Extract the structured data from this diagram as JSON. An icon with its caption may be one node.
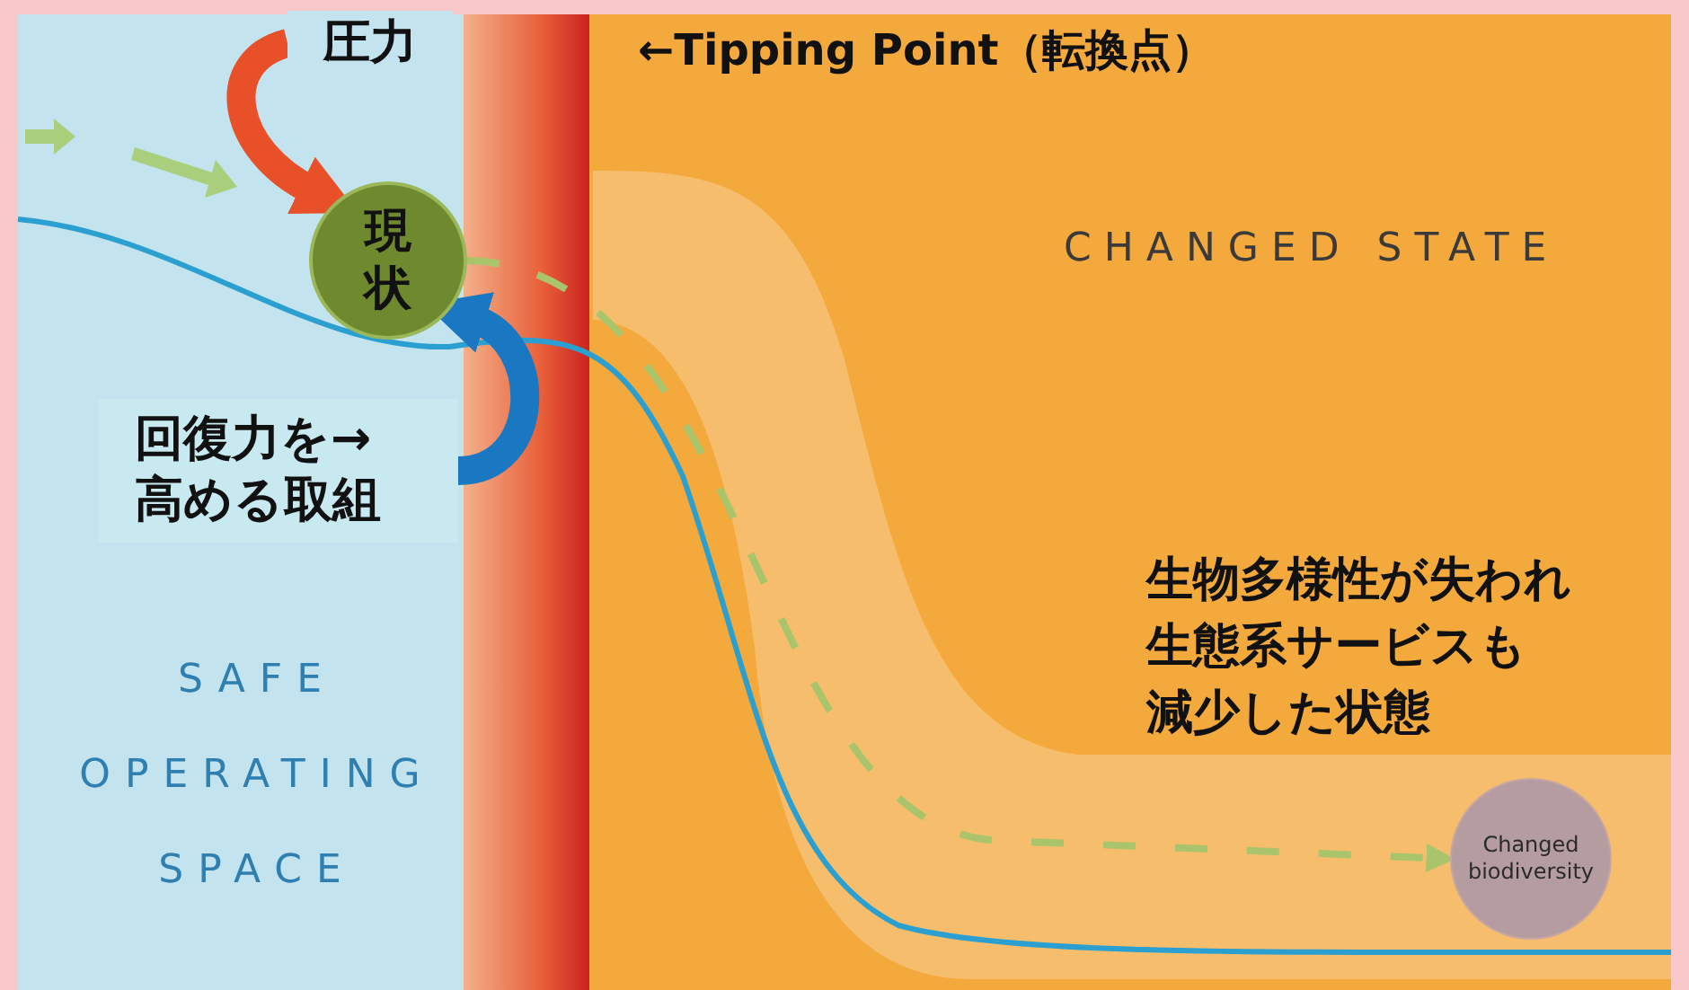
{
  "diagram": {
    "nodes": [
      {
        "text": [
          "現状"
        ]
      },
      {
        "text": [
          "Changed biodiversity"
        ]
      },
      {
        "text": [
          "圧力"
        ]
      },
      {
        "text": [
          "回復力を→高める取組"
        ]
      }
    ],
    "edges": [
      {
        "from": 2,
        "to": 0,
        "arrow": "to",
        "color": "#e8502a"
      },
      {
        "from": 3,
        "to": 0,
        "arrow": "to",
        "color": "#1a78c2"
      },
      {
        "from": 0,
        "to": 1,
        "arrow": "to",
        "style": "dashed",
        "color": "#a9c46a"
      }
    ],
    "labels": [
      "←Tipping Point（転換点）",
      "CHANGED STATE",
      "生物多様性が失われ生態系サービスも減少した状態",
      "SAFE OPERATING SPACE"
    ]
  }
}
